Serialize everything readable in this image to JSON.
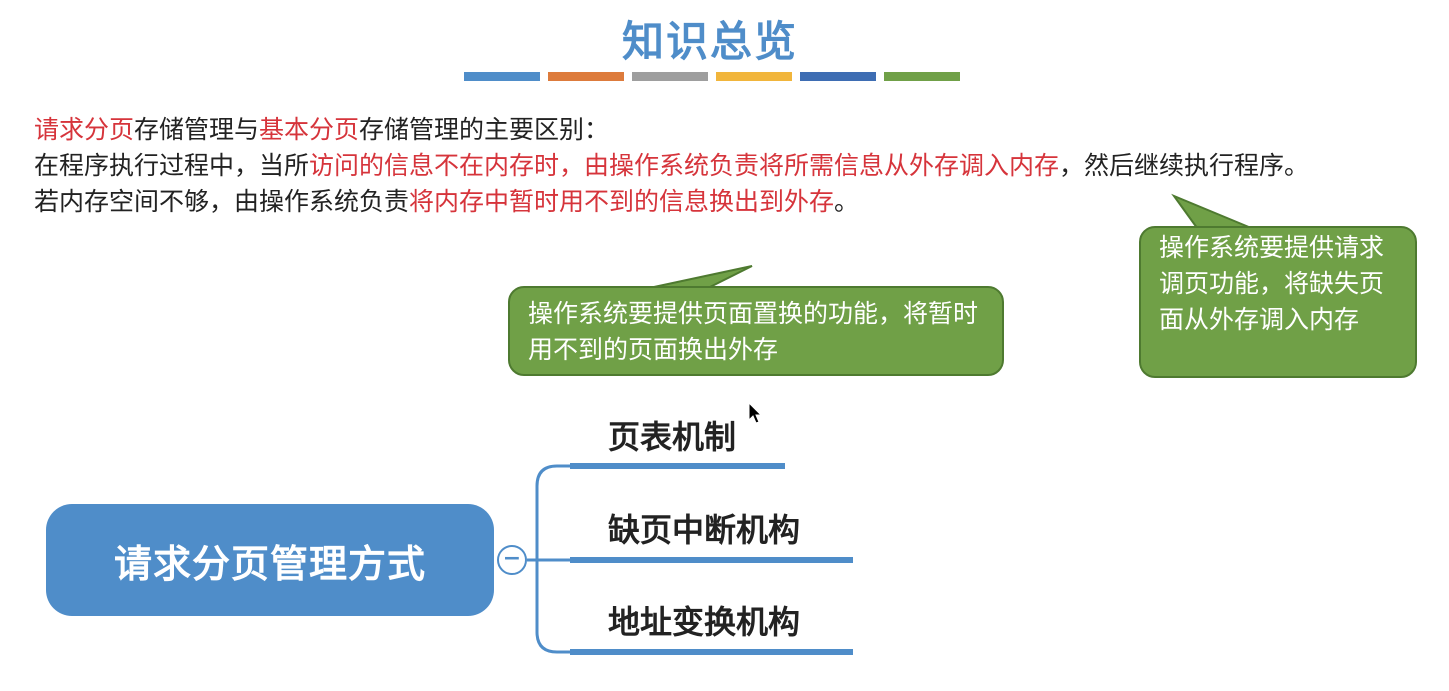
{
  "title": "知识总览",
  "title_bar_colors": [
    "#4f8dc9",
    "#dd7b3c",
    "#9e9e9e",
    "#f1b53b",
    "#3e6db3",
    "#70a047"
  ],
  "intro": {
    "line1": {
      "red1": "请求分页",
      "t1": "存储管理与",
      "red2": "基本分页",
      "t2": "存储管理的主要区别："
    },
    "line2": {
      "t1": "在程序执行过程中，当所",
      "red1": "访问的信息不在内存时，由操作系统负责将所需信息从外存调入内存",
      "t2": "，然后继续执行程序。"
    },
    "line3": {
      "t1": "若内存空间不够，由操作系统负责",
      "red1": "将内存中暂时用不到的信息换出到外存",
      "t2": "。"
    }
  },
  "callouts": {
    "page_replacement": "操作系统要提供页面置换的功能，将暂时用不到的页面换出外存",
    "demand_paging": "操作系统要提供请求调页功能，将缺失页面从外存调入内存"
  },
  "mindmap": {
    "root": "请求分页管理方式",
    "collapse_symbol": "−",
    "branches": [
      "页表机制",
      "缺页中断机构",
      "地址变换机构"
    ]
  },
  "colors": {
    "accent_blue": "#4f8dc9",
    "highlight_red": "#d6343b",
    "callout_green": "#70a047"
  }
}
